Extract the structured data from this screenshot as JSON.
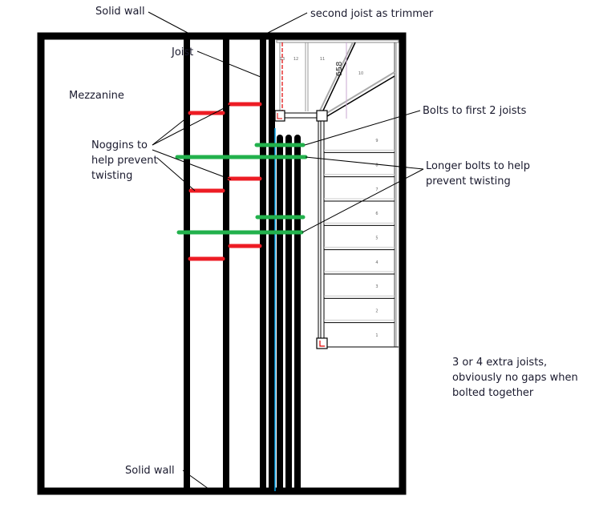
{
  "diagram": {
    "title": "Mezzanine joist and stair trimmer plan",
    "colors": {
      "wall": "#000000",
      "noggin": "#ed1c24",
      "bolt": "#22b14c",
      "leader": "#000000",
      "text": "#1a1a2e",
      "gap_line": "#00a2e8",
      "stair_red": "#e00000"
    },
    "labels": {
      "solid_wall_top": "Solid wall",
      "second_joist": "second joist as trimmer",
      "joist": "Joist",
      "mezzanine": "Mezzanine",
      "noggins_1": "Noggins to",
      "noggins_2": "help prevent",
      "noggins_3": "twisting",
      "bolts_first": "Bolts to first 2 joists",
      "longer_bolts_1": "Longer bolts to help",
      "longer_bolts_2": "prevent twisting",
      "extra_joists_1": "3 or 4 extra joists,",
      "extra_joists_2": "obviously no gaps when",
      "extra_joists_3": "bolted together",
      "solid_wall_bottom": "Solid wall"
    },
    "stair": {
      "dimension": "658",
      "steps": [
        "1",
        "2",
        "3",
        "4",
        "5",
        "6",
        "7",
        "8",
        "9",
        "10",
        "11",
        "12",
        "13"
      ]
    }
  }
}
